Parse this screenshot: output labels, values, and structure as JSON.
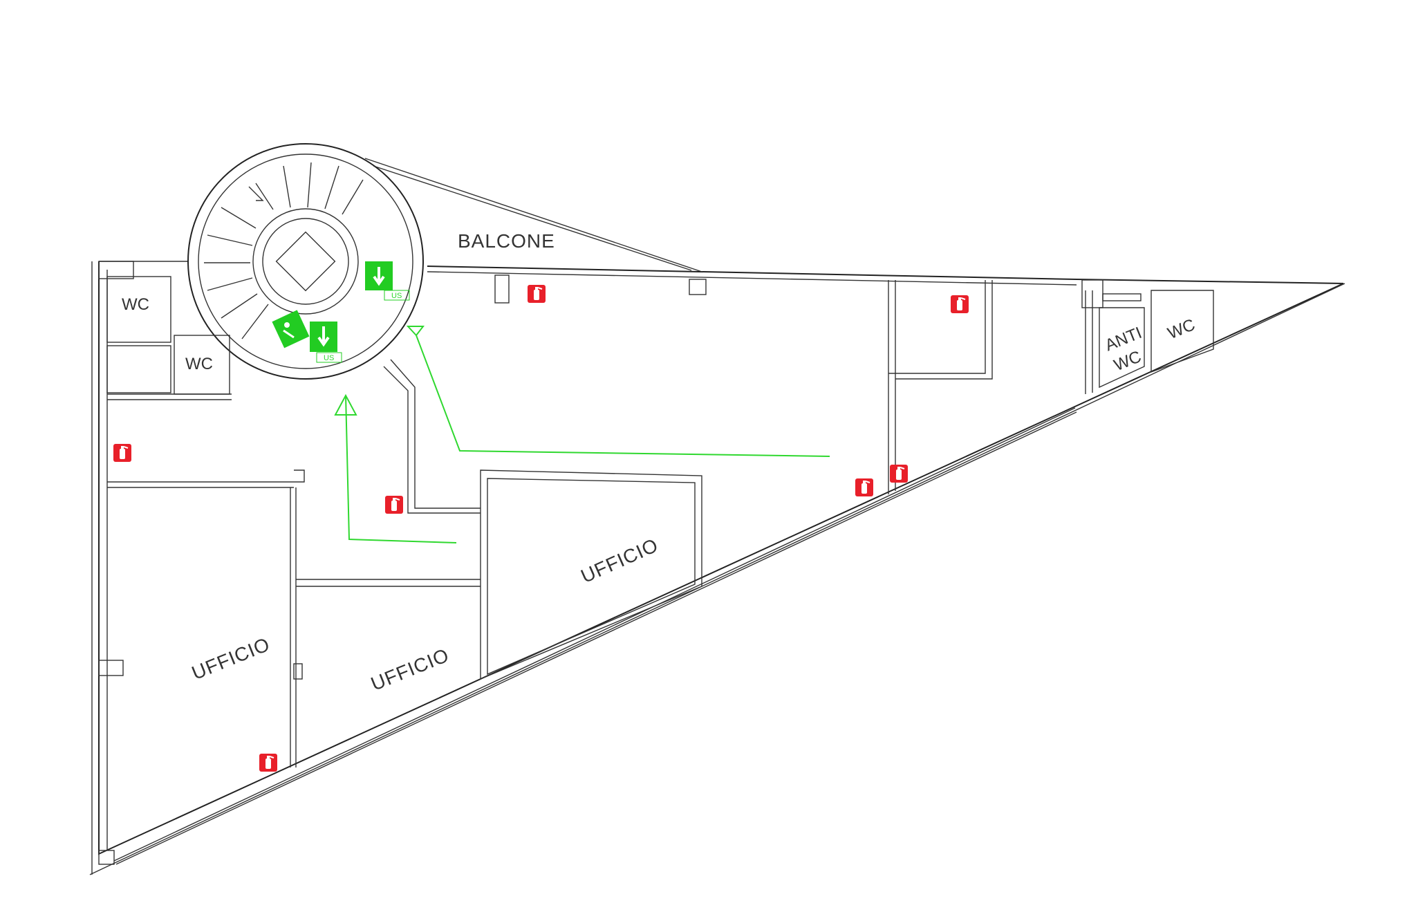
{
  "labels": {
    "balcony": "BALCONE",
    "wc1": "WC",
    "wc2": "WC",
    "wc3": "WC",
    "anti": "ANTI",
    "anti_wc": "WC",
    "office_center": "UFFICIO",
    "office_left": "UFFICIO",
    "office_mid": "UFFICIO",
    "exit_us_1": "US",
    "exit_us_2": "US"
  },
  "colors": {
    "wall": "#222222",
    "escape_route": "#2fd82f",
    "exit_sign": "#22cc22",
    "extinguisher": "#e8202a"
  },
  "icons": {
    "extinguisher": "fire-extinguisher-icon",
    "exit": "emergency-exit-icon",
    "assembly": "disabled-person-exit-icon"
  }
}
